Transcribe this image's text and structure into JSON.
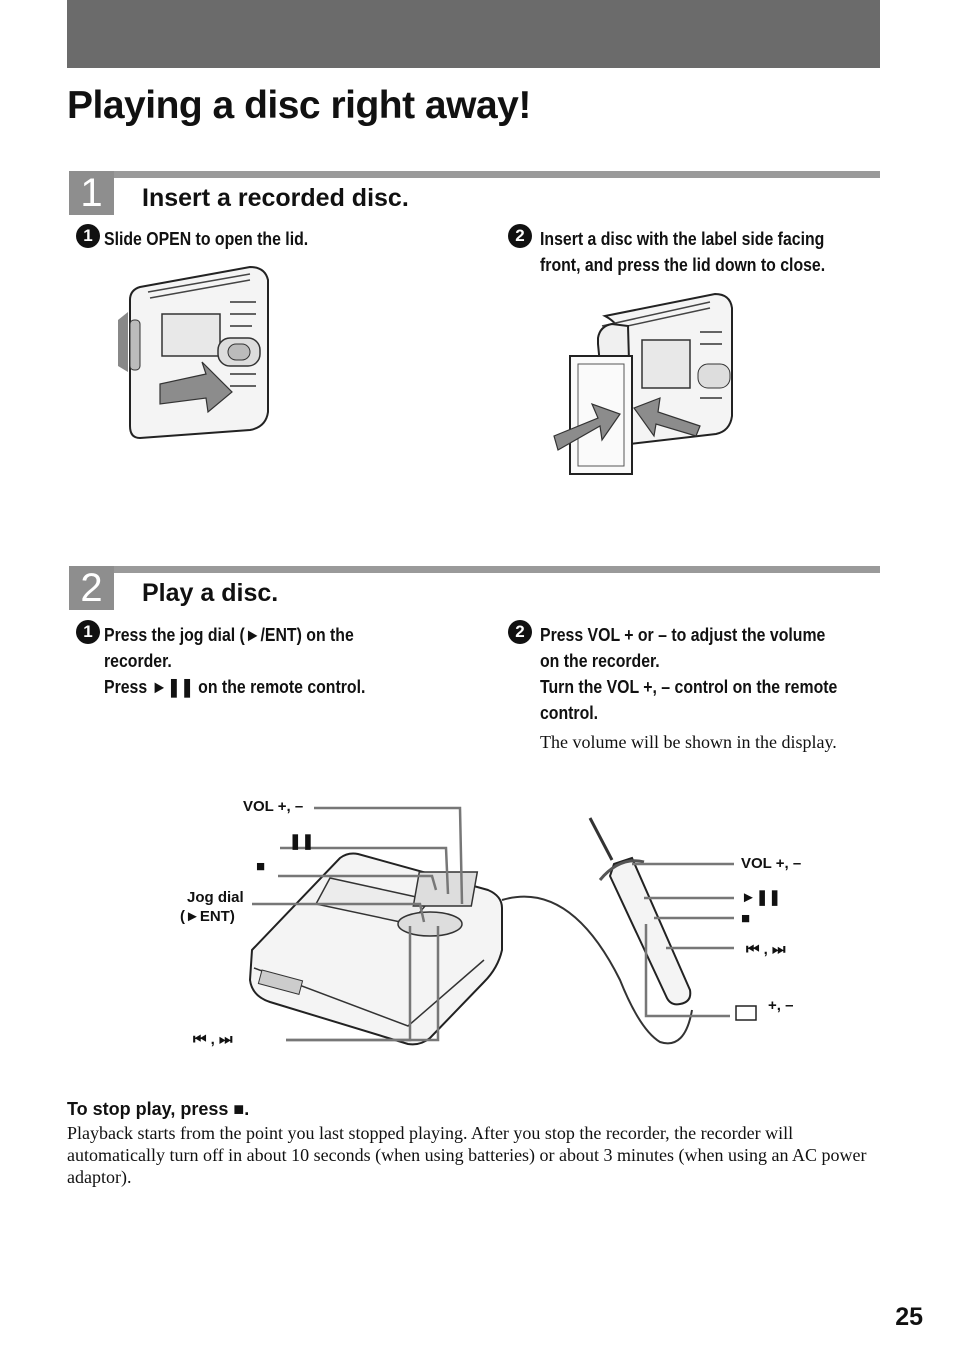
{
  "header": {
    "title": "Playing a disc right away!"
  },
  "section1": {
    "number": "1",
    "heading": "Insert a recorded disc.",
    "step1": {
      "num": "1",
      "text": "Slide OPEN to open the lid."
    },
    "step2": {
      "num": "2",
      "line1": "Insert a disc with the label side facing",
      "line2": "front, and press the lid down to close."
    }
  },
  "section2": {
    "number": "2",
    "heading": "Play a disc.",
    "step1": {
      "num": "1",
      "line1": "Press the jog dial (►/ENT) on the",
      "line2": "recorder.",
      "line3": "Press ►❚❚ on the remote control."
    },
    "step2": {
      "num": "2",
      "line1": "Press VOL + or – to adjust the volume",
      "line2": "on the recorder.",
      "line3": "Turn the VOL +, – control on the remote",
      "line4": "control.",
      "note": "The volume will be shown in the display."
    }
  },
  "diagram": {
    "rec_vol": "VOL +, –",
    "rec_pause": "❚❚",
    "rec_stop": "■",
    "rec_jog_line1": "Jog dial",
    "rec_jog_line2": "(►ENT)",
    "rec_skip": "⏮ , ⏭",
    "rem_vol": "VOL +, –",
    "rem_play": "►❚❚",
    "rem_stop": "■",
    "rem_skip": "⏮ , ⏭",
    "rem_group": "+, –"
  },
  "stop": {
    "heading": "To stop play, press ■.",
    "text": "Playback starts from the point you last stopped playing. After you stop the recorder, the recorder will automatically turn off in about 10 seconds (when using batteries) or about 3 minutes (when using an AC power adaptor)."
  },
  "page_number": "25"
}
